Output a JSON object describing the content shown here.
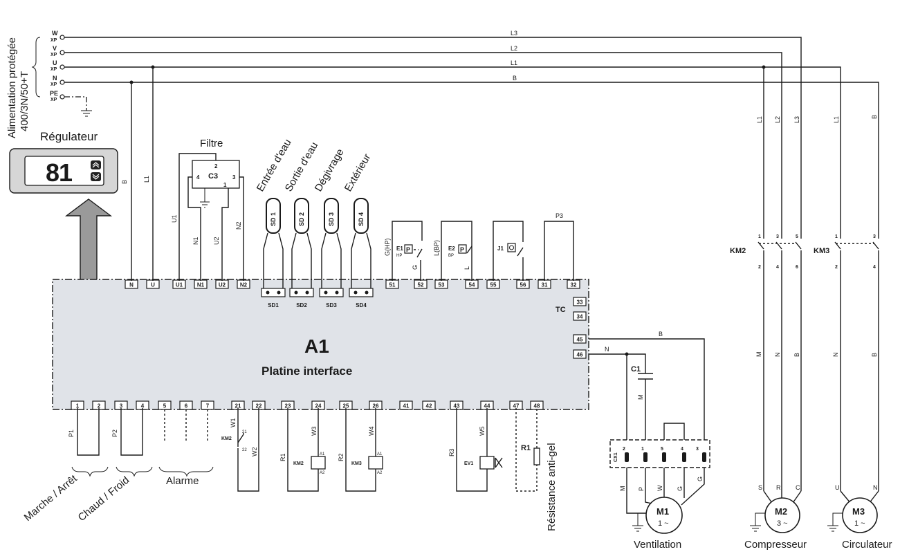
{
  "supply": {
    "title_line1": "Alimentation protégée",
    "title_line2": "400/3N/50+T",
    "phases": [
      {
        "name": "W",
        "sub": "XP",
        "line": "L3"
      },
      {
        "name": "V",
        "sub": "XP",
        "line": "L2"
      },
      {
        "name": "U",
        "sub": "XP",
        "line": "L1"
      },
      {
        "name": "N",
        "sub": "XP",
        "line": "B"
      },
      {
        "name": "PE",
        "sub": "XP"
      }
    ]
  },
  "regulator": {
    "title": "Régulateur",
    "display": "81"
  },
  "filter": {
    "title": "Filtre",
    "ref": "C3",
    "pins": [
      "2",
      "4",
      "3",
      "1"
    ],
    "wires": [
      "U1",
      "N1",
      "U2",
      "N2"
    ]
  },
  "supply_wires": [
    "B",
    "L1"
  ],
  "sensors": [
    {
      "name": "Entrée d'eau",
      "ref": "SD 1",
      "terminal": "SD1"
    },
    {
      "name": "Sortie d'eau",
      "ref": "SD 2",
      "terminal": "SD2"
    },
    {
      "name": "Dégivrage",
      "ref": "SD 3",
      "terminal": "SD3"
    },
    {
      "name": "Extérieur",
      "ref": "SD 4",
      "terminal": "SD4"
    }
  ],
  "pressostats": [
    {
      "ref": "E1",
      "sub": "HP",
      "symbol": "P",
      "wire_a": "G(HP)",
      "wire_b": "G"
    },
    {
      "ref": "E2",
      "sub": "BP",
      "symbol": "P",
      "wire_a": "L(BP)",
      "wire_b": "L"
    }
  ],
  "j1": {
    "ref": "J1"
  },
  "p3": {
    "label": "P3"
  },
  "board": {
    "ref": "A1",
    "name": "Platine interface",
    "tc_label": "TC",
    "top_terminals": [
      "N",
      "U",
      "U1",
      "N1",
      "U2",
      "N2",
      "51",
      "52",
      "53",
      "54",
      "55",
      "56",
      "31",
      "32"
    ],
    "right_terminals": [
      "33",
      "34",
      "45",
      "46"
    ],
    "bottom_terminals": [
      "1",
      "2",
      "3",
      "4",
      "5",
      "6",
      "7",
      "21",
      "22",
      "23",
      "24",
      "25",
      "26",
      "41",
      "42",
      "43",
      "44",
      "47",
      "48"
    ]
  },
  "bottom": {
    "p1": "P1",
    "p2": "P2",
    "marche": "Marche / Arrêt",
    "chaud": "Chaud / Froid",
    "alarme": "Alarme",
    "w1": "W1",
    "w2": "W2",
    "km2_contact": {
      "ref": "KM2",
      "a": "21",
      "b": "22"
    },
    "r1w": "R1",
    "w3": "W3",
    "km2_coil": "KM2",
    "r2w": "R2",
    "w4": "W4",
    "km3_coil": "KM3",
    "coil_a1": "A1",
    "coil_a2": "A2",
    "r3w": "R3",
    "w5": "W5",
    "ev1": "EV1",
    "r1_heater": "R1",
    "heater_label": "Résistance anti-gel"
  },
  "fan": {
    "b_wire": "B",
    "n_wire": "N",
    "capacitor": "C1",
    "cap_wire": "M",
    "connector": "CX1",
    "connector_pins": [
      "2",
      "1",
      "5",
      "4",
      "3"
    ],
    "motor_wires": [
      "M",
      "P",
      "W",
      "G",
      "G"
    ],
    "motor": "M1",
    "motor_sub": "1 ~",
    "label": "Ventilation"
  },
  "compressor": {
    "contactor": "KM2",
    "top_pins": [
      "1",
      "3",
      "5"
    ],
    "bottom_pins": [
      "2",
      "4",
      "6"
    ],
    "line_wires": [
      "L1",
      "L2",
      "L3"
    ],
    "mid_wires": [
      "M",
      "N",
      "B"
    ],
    "motor_pins": [
      "S",
      "R",
      "C"
    ],
    "motor": "M2",
    "motor_sub": "3 ~",
    "label": "Compresseur"
  },
  "circulator": {
    "contactor": "KM3",
    "top_pins": [
      "1",
      "3"
    ],
    "bottom_pins": [
      "2",
      "4"
    ],
    "line_wires": [
      "L1",
      "B"
    ],
    "mid_wires": [
      "N",
      "B"
    ],
    "motor_pins": [
      "U",
      "N"
    ],
    "motor": "M3",
    "motor_sub": "1 ~",
    "label": "Circulateur"
  }
}
